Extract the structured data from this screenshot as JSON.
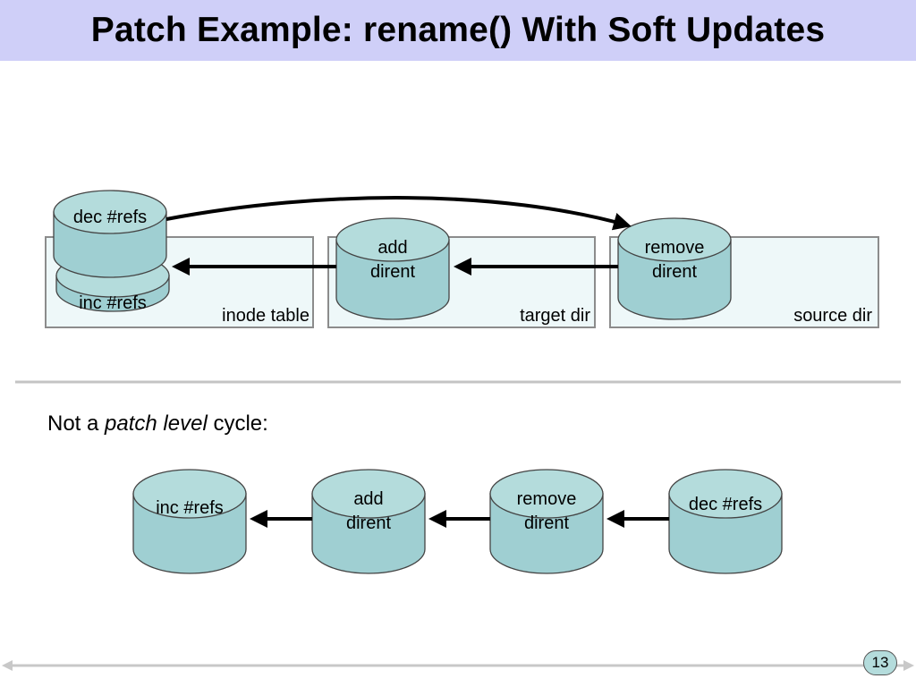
{
  "title": "Patch Example: rename() With Soft Updates",
  "top_diagram": {
    "boxes": [
      {
        "label": "inode table"
      },
      {
        "label": "target dir"
      },
      {
        "label": "source dir"
      }
    ],
    "patches": {
      "dec_refs": [
        "dec #refs"
      ],
      "inc_refs": [
        "inc #refs"
      ],
      "add_dirent": [
        "add",
        "dirent"
      ],
      "remove_dirent": [
        "remove",
        "dirent"
      ]
    }
  },
  "caption": {
    "prefix": "Not a ",
    "emphasis": "patch level",
    "suffix": " cycle:"
  },
  "bottom_diagram": {
    "patches": [
      {
        "lines": [
          "inc #refs"
        ]
      },
      {
        "lines": [
          "add",
          "dirent"
        ]
      },
      {
        "lines": [
          "remove",
          "dirent"
        ]
      },
      {
        "lines": [
          "dec #refs"
        ]
      }
    ]
  },
  "colors": {
    "title_bg": "#cfcff8",
    "cylinder_fill": "#b4dcdc",
    "cylinder_side": "#9fcfd2",
    "box_fill": "#eef8f9",
    "box_border": "#8c8c8c"
  },
  "page_number": "13"
}
